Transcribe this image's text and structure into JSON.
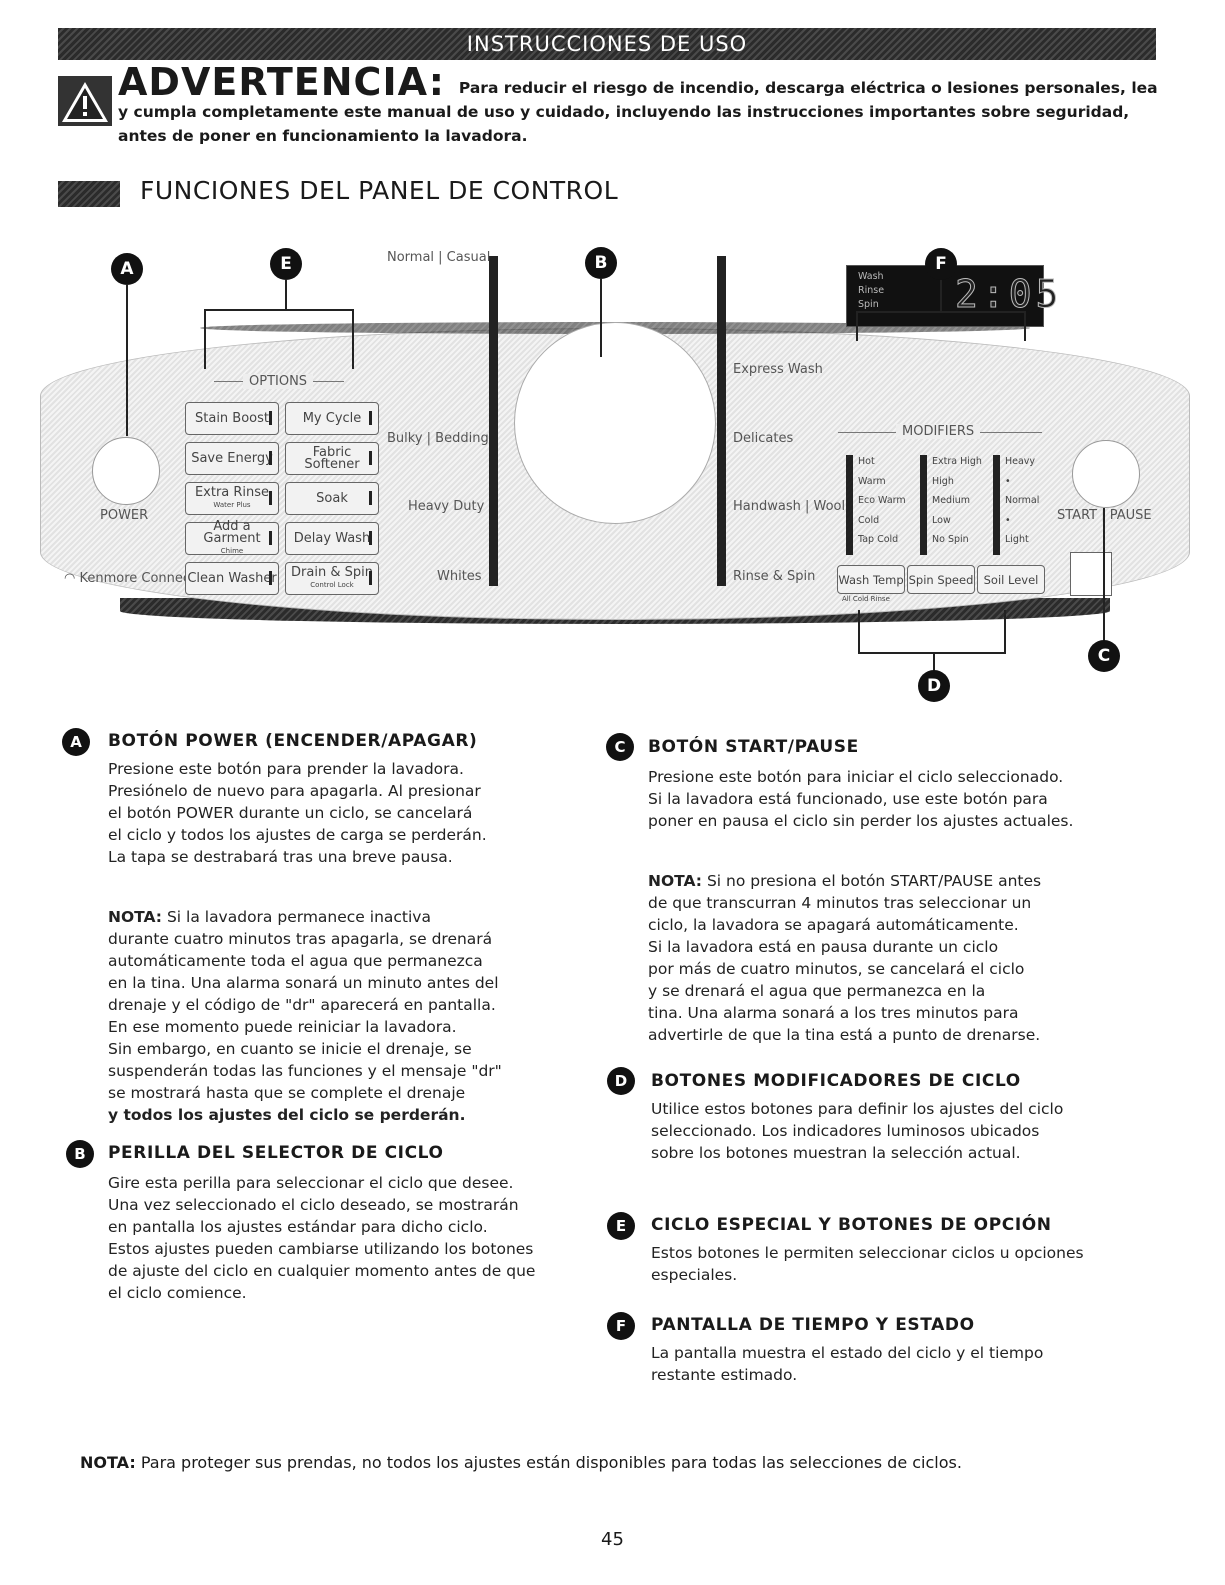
{
  "banner": "INSTRUCCIONES DE USO",
  "warning": {
    "title": "ADVERTENCIA:",
    "text": "Para reducir el riesgo de incendio, descarga eléctrica o lesiones personales, lea y cumpla completamente este manual de uso y cuidado, incluyendo las instrucciones importantes sobre seguridad, antes de poner en funcionamiento la lavadora."
  },
  "section_title": "FUNCIONES DEL PANEL DE CONTROL",
  "callouts": [
    "A",
    "B",
    "C",
    "D",
    "E",
    "F"
  ],
  "panel": {
    "power_label": "POWER",
    "connect_label": "Kenmore Connect",
    "options_header": "OPTIONS",
    "options_buttons": [
      {
        "label": "Stain Boost",
        "sub": ""
      },
      {
        "label": "My Cycle",
        "sub": ""
      },
      {
        "label": "Save Energy",
        "sub": ""
      },
      {
        "label": "Fabric Softener",
        "sub": ""
      },
      {
        "label": "Extra Rinse",
        "sub": "Water Plus"
      },
      {
        "label": "Soak",
        "sub": ""
      },
      {
        "label": "Add a Garment",
        "sub": "Chime"
      },
      {
        "label": "Delay Wash",
        "sub": ""
      },
      {
        "label": "Clean Washer",
        "sub": ""
      },
      {
        "label": "Drain & Spin",
        "sub": "Control Lock"
      }
    ],
    "cycles_left": [
      "Normal | Casual",
      "Bulky | Bedding",
      "Heavy Duty",
      "Whites"
    ],
    "cycles_right": [
      "Express Wash",
      "Delicates",
      "Handwash | Wool",
      "Rinse & Spin"
    ],
    "status": [
      "Wash",
      "Rinse",
      "Spin"
    ],
    "time": "2:05",
    "modifiers_header": "MODIFIERS",
    "wash_temp": [
      "Hot",
      "Warm",
      "Eco Warm",
      "Cold",
      "Tap Cold"
    ],
    "spin_speed": [
      "Extra High",
      "High",
      "Medium",
      "Low",
      "No Spin"
    ],
    "soil_level": [
      "Heavy",
      "•",
      "Normal",
      "•",
      "Light"
    ],
    "modifier_buttons": [
      "Wash Temp",
      "Spin Speed",
      "Soil Level"
    ],
    "all_cold_rinse": "All Cold Rinse",
    "start_pause": "START | PAUSE"
  },
  "sections": {
    "a": {
      "marker": "A",
      "title": "BOTÓN POWER (ENCENDER/APAGAR)",
      "body": [
        "Presione este botón para prender la lavadora.",
        "Presiónelo de nuevo para apagarla. Al presionar",
        "el botón POWER durante un ciclo, se cancelará",
        "el ciclo y todos los ajustes de carga se perderán.",
        "La tapa se destrabará tras una breve pausa."
      ],
      "note_label": "NOTA:",
      "note": [
        "Si la lavadora permanece inactiva",
        "durante cuatro minutos tras apagarla, se drenará",
        "automáticamente toda el agua que permanezca",
        "en la tina. Una alarma sonará un minuto antes del",
        "drenaje y el código de \"dr\" aparecerá en pantalla.",
        "En ese momento puede reiniciar la lavadora.",
        "Sin embargo, en cuanto se inicie el drenaje, se",
        "suspenderán todas las funciones y el mensaje \"dr\"",
        "se mostrará hasta que se complete el drenaje"
      ],
      "note_bold": "y todos los ajustes del ciclo se perderán."
    },
    "b": {
      "marker": "B",
      "title": "PERILLA DEL SELECTOR DE CICLO",
      "body": [
        "Gire esta perilla para seleccionar el ciclo que desee.",
        "Una vez seleccionado el ciclo deseado, se mostrarán",
        "en pantalla los ajustes estándar para dicho ciclo.",
        "Estos ajustes pueden cambiarse utilizando los botones",
        "de ajuste del ciclo en cualquier momento antes de que",
        "el ciclo comience."
      ]
    },
    "c": {
      "marker": "C",
      "title": "BOTÓN START/PAUSE",
      "body": [
        "Presione este botón para iniciar el ciclo seleccionado.",
        "Si la lavadora está funcionado, use este botón para",
        "poner en pausa el ciclo sin perder los ajustes actuales."
      ],
      "note_label": "NOTA:",
      "note": [
        "Si no presiona el botón START/PAUSE antes",
        "de que transcurran 4 minutos tras seleccionar un",
        "ciclo, la lavadora se apagará automáticamente.",
        "Si la lavadora está en pausa durante un ciclo",
        "por más de cuatro minutos, se cancelará el ciclo",
        "y se drenará el agua que permanezca en la",
        "tina. Una alarma sonará a los tres minutos para",
        "advertirle de que la tina está a punto de drenarse."
      ]
    },
    "d": {
      "marker": "D",
      "title": "BOTONES MODIFICADORES DE CICLO",
      "body": [
        "Utilice estos botones para definir los ajustes del ciclo",
        "seleccionado. Los indicadores luminosos ubicados",
        "sobre los botones muestran la selección actual."
      ]
    },
    "e": {
      "marker": "E",
      "title": "CICLO ESPECIAL Y BOTONES DE OPCIÓN",
      "body": [
        "Estos botones le permiten seleccionar ciclos u opciones",
        "especiales."
      ]
    },
    "f": {
      "marker": "F",
      "title": "PANTALLA DE TIEMPO Y ESTADO",
      "body": [
        "La pantalla muestra el estado del ciclo y el tiempo",
        "restante estimado."
      ]
    }
  },
  "bottom_note": {
    "label": "NOTA:",
    "text": "Para proteger sus prendas, no todos los ajustes están disponibles para todas las selecciones de ciclos."
  },
  "page_number": "45"
}
